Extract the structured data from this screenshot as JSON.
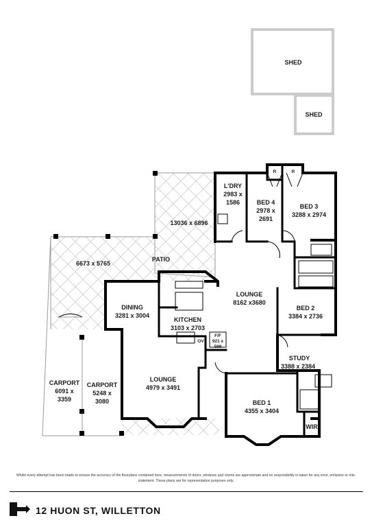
{
  "rooms": {
    "shed_large": "SHED",
    "shed_small": "SHED",
    "ldry_name": "L'DRY",
    "ldry_dim1": "2983 x",
    "ldry_dim2": "1586",
    "bed4_name": "BED 4",
    "bed4_dim1": "2978 x",
    "bed4_dim2": "2691",
    "bed3_name": "BED 3",
    "bed3_dim": "3288 x 2974",
    "robe_a": "R",
    "robe_b": "R",
    "outdoor_top": "13036 x 6896",
    "outdoor_left": "6673 x 5765",
    "patio": "PATIO",
    "lounge_main_name": "LOUNGE",
    "lounge_main_dim": "8162 x3680",
    "bed2_name": "BED 2",
    "bed2_dim": "3384 x 2736",
    "dining_name": "DINING",
    "dining_dim": "3281 x 3004",
    "kitchen_name": "KITCHEN",
    "kitchen_dim": "3103 x 2703",
    "ov": "OV",
    "ff_name": "F/F",
    "ff_dim1": "921 x",
    "ff_dim2": "599",
    "study_name": "STUDY",
    "study_dim": "3388 x 2384",
    "carport1_name": "CARPORT",
    "carport1_dim1": "6091 x",
    "carport1_dim2": "3359",
    "carport2_name": "CARPORT",
    "carport2_dim1": "5248 x",
    "carport2_dim2": "3080",
    "lounge2_name": "LOUNGE",
    "lounge2_dim": "4979 x 3491",
    "bed1_name": "BED 1",
    "bed1_dim": "4355 x 3404",
    "wir": "WIR"
  },
  "footer": {
    "disclaimer": "Whilst every attempt has been made to ensure the accuracy of the floorplans contained here, measurements of doors, windows and rooms are approximate and no responsibility is taken for any error, omission or mis-statement. These plans are for representation purposes only.",
    "address": "12 HUON ST, WILLETTON"
  },
  "icons": {
    "compass": "north-arrow-icon"
  },
  "colors": {
    "wall": "#000000",
    "hatch": "#c8c8c8",
    "outline": "#9a9a9a"
  }
}
